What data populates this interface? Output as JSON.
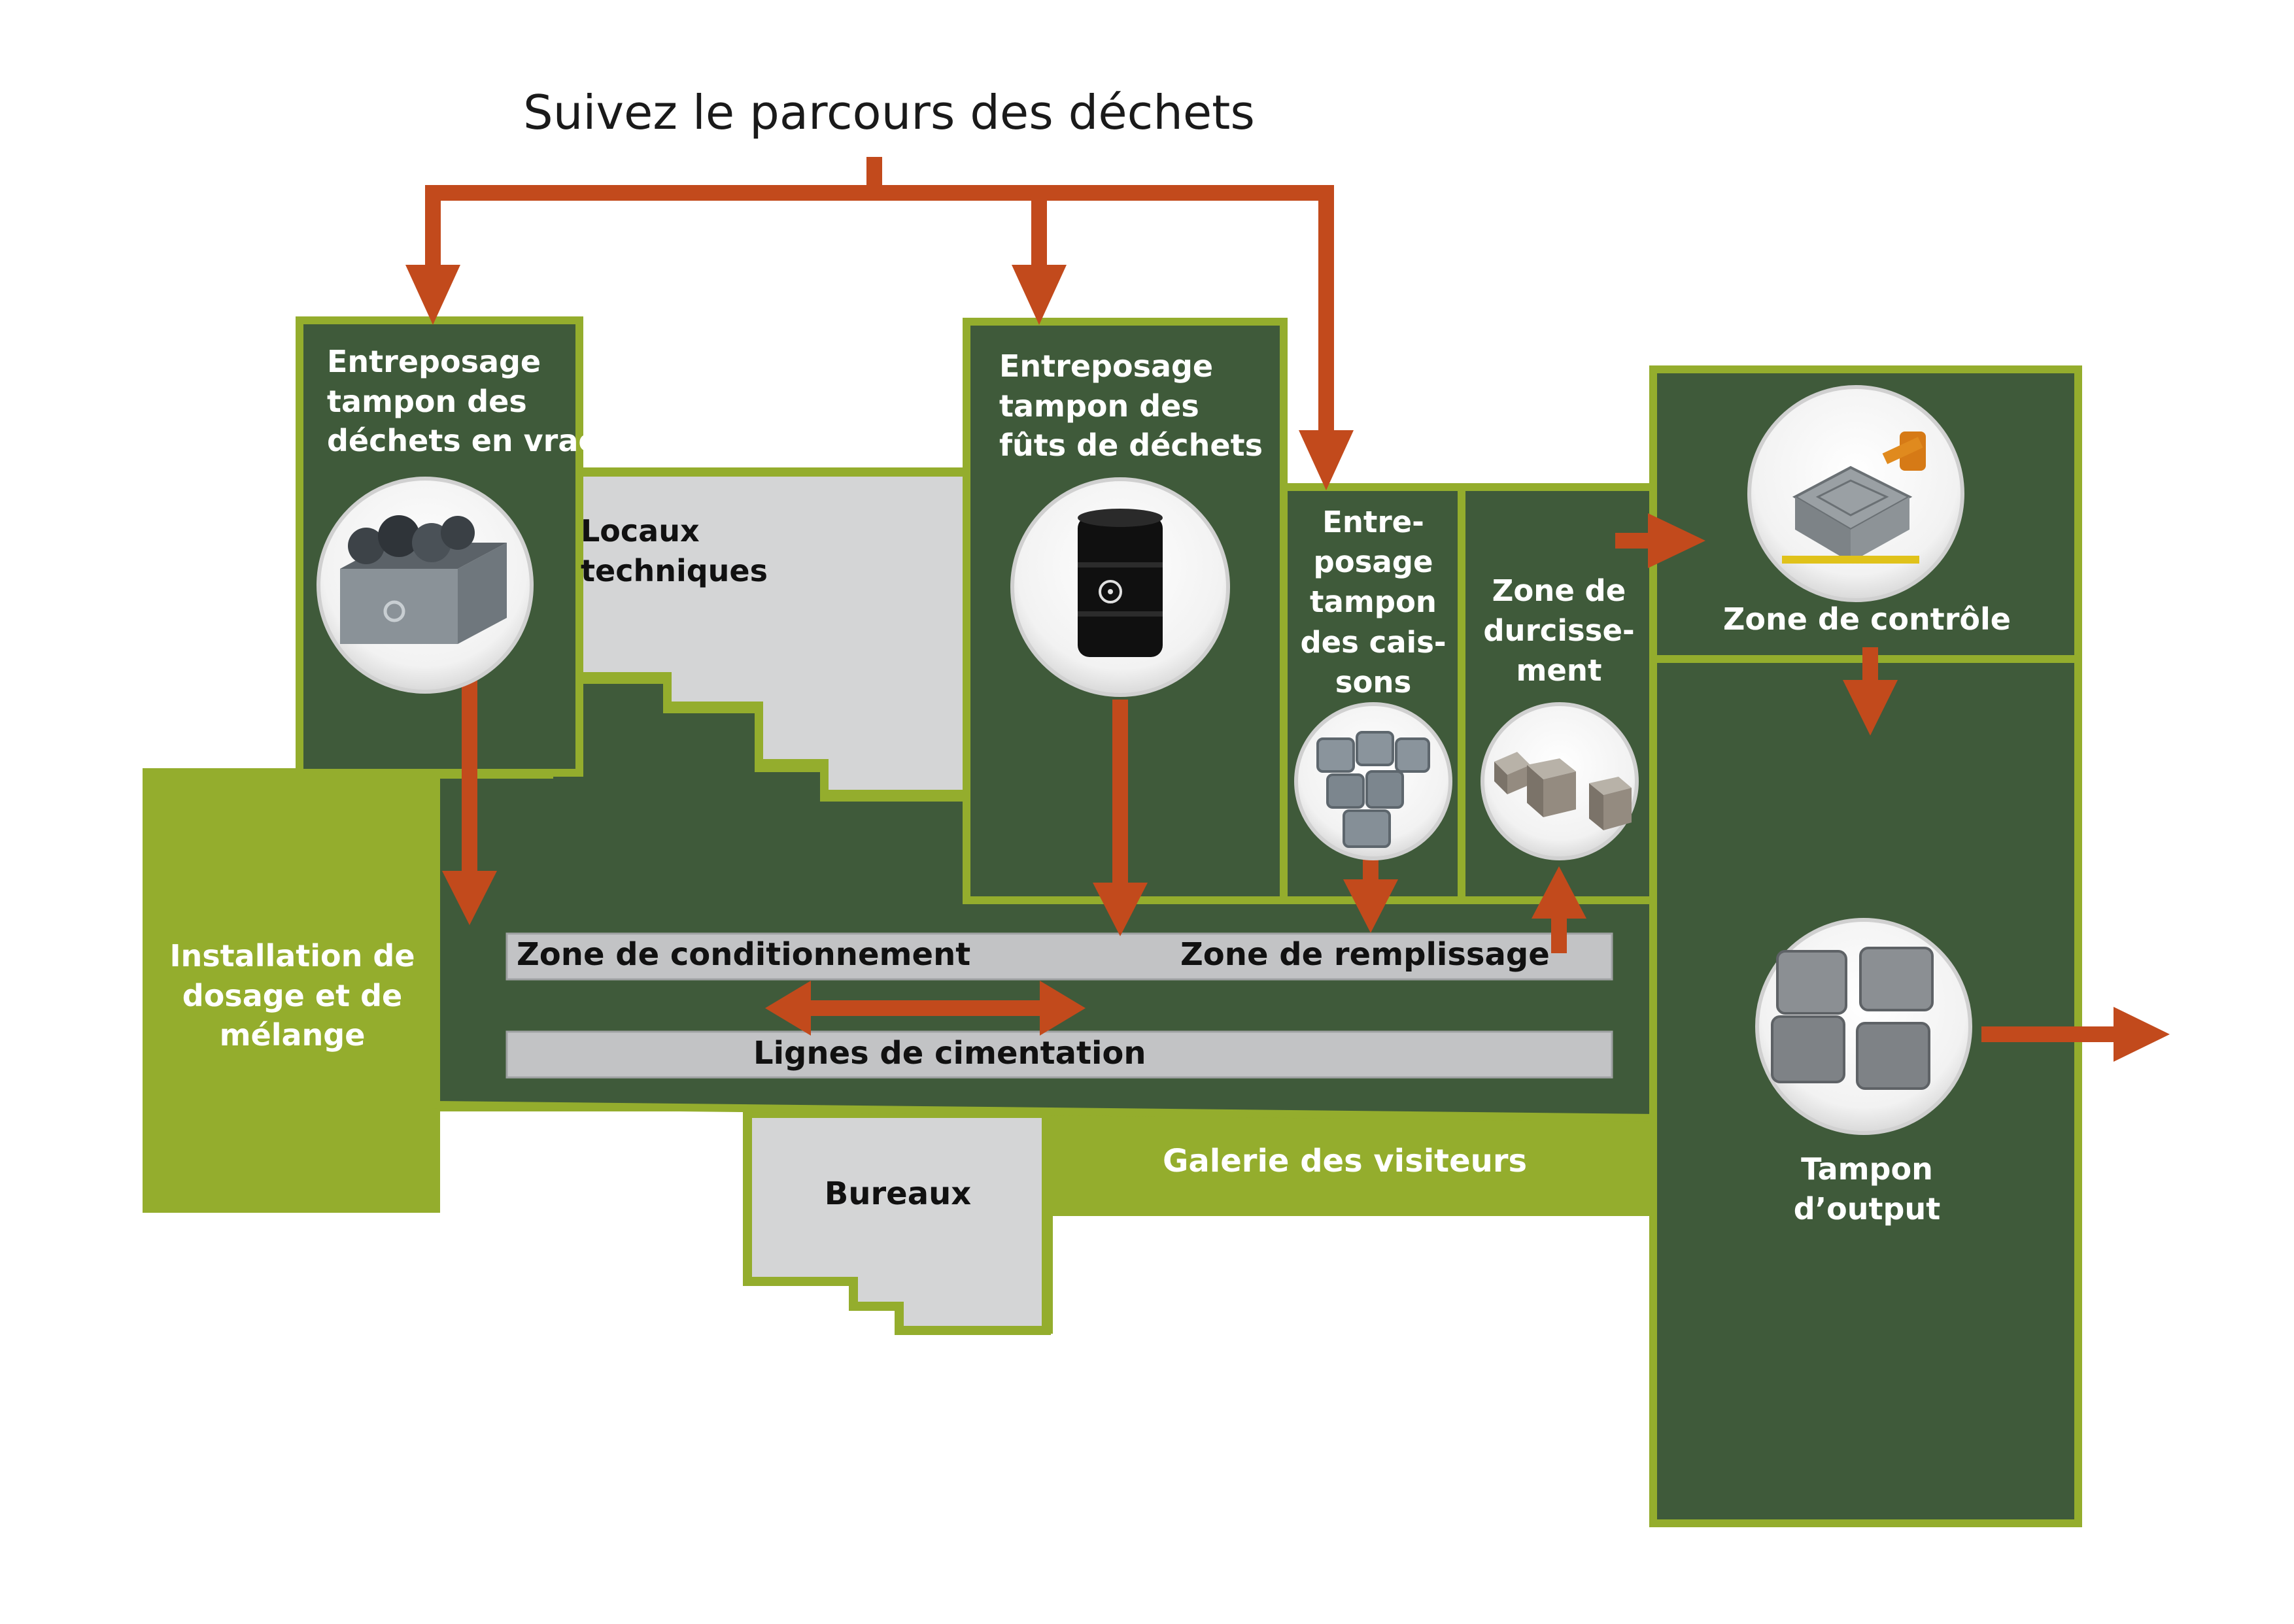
{
  "title": "Suivez le parcours des déchets",
  "colors": {
    "dark_green": "#3f5a3a",
    "light_green": "#94ad2d",
    "grey": "#d4d5d6",
    "bar_grey": "#c2c3c5",
    "arrow": "#c24a1c"
  },
  "zones": {
    "bulk_buffer": "Entreposage\ntampon des\ndéchets en vrac",
    "technical_rooms": "Locaux\ntechniques",
    "drum_buffer": "Entreposage\ntampon des\nfûts de déchets",
    "caisson_buffer": "Entre-\nposage\ntampon\ndes cais-\nsons",
    "hardening": "Zone de\ndurcisse-\nment",
    "control": "Zone de contrôle",
    "output_buffer": "Tampon\nd’output",
    "dosing_mixing": "Installation de\ndosage et de\nmélange",
    "conditioning": "Zone de conditionnement",
    "filling": "Zone de remplissage",
    "cementation": "Lignes de cimentation",
    "offices": "Bureaux",
    "visitor_gallery": "Galerie des visiteurs"
  },
  "icons": {
    "bulk": "waste-container-icon",
    "drum": "radioactive-drum-icon",
    "caissons": "caisson-stack-icon",
    "blocks": "cement-block-icon",
    "robot": "robot-arm-icon",
    "output": "cement-blocks-icon"
  }
}
